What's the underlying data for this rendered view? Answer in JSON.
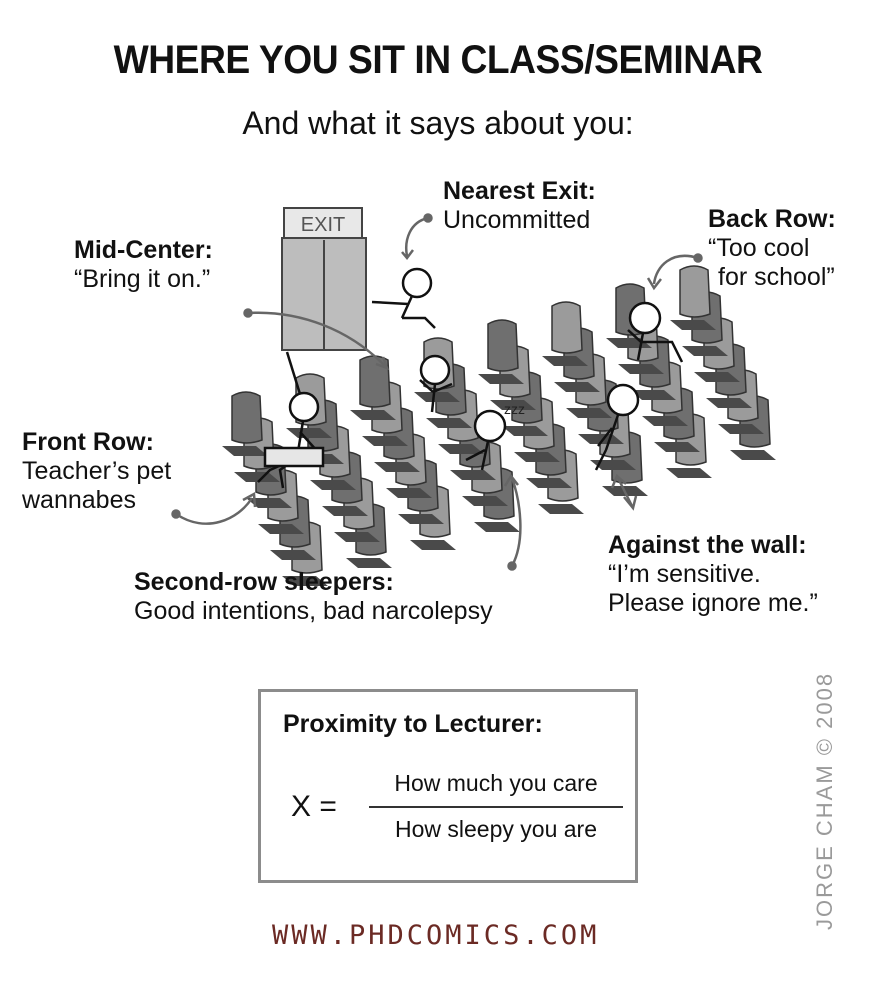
{
  "title": "WHERE YOU SIT IN CLASS/SEMINAR",
  "subtitle": "And what it says about you:",
  "exit_sign": "EXIT",
  "sleep_text": "zzz",
  "labels": {
    "nearest_exit": {
      "heading": "Nearest Exit:",
      "text": "Uncommitted"
    },
    "back_row": {
      "heading": "Back Row:",
      "line1": "“Too cool",
      "line2": "for school”"
    },
    "mid_center": {
      "heading": "Mid-Center:",
      "text": "“Bring it on.”"
    },
    "front_row": {
      "heading": "Front Row:",
      "line1": "Teacher’s pet",
      "line2": "wannabes"
    },
    "against_wall": {
      "heading": "Against the wall:",
      "line1": "“I’m sensitive.",
      "line2": "Please ignore me.”"
    },
    "second_row": {
      "heading": "Second-row sleepers:",
      "text": "Good intentions, bad narcolepsy"
    }
  },
  "formula": {
    "title": "Proximity to Lecturer:",
    "variable": "X =",
    "numerator": "How much you care",
    "denominator": "How sleepy you are"
  },
  "website": "WWW.PHDCOMICS.COM",
  "signature": "JORGE CHAM © 2008",
  "colors": {
    "seat": "#9b9b9b",
    "seat_dark": "#6f6f6f",
    "website": "#6b2a24",
    "signature": "#9a9a9a"
  }
}
